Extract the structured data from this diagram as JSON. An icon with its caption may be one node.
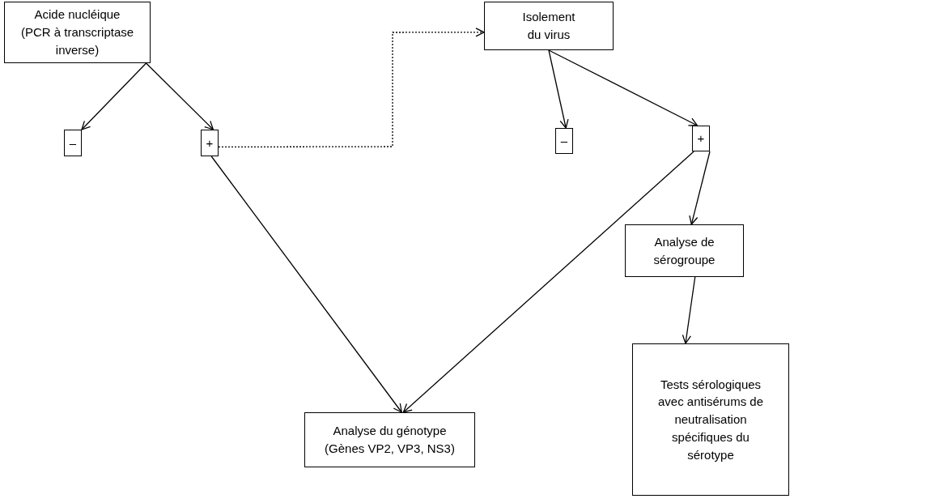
{
  "diagram": {
    "nodes": [
      {
        "text": [
          "Acide nucléique",
          "(PCR à transcriptase inverse)"
        ]
      },
      {
        "text": [
          "–"
        ]
      },
      {
        "text": [
          "+"
        ]
      },
      {
        "text": [
          "Isolement du virus"
        ]
      },
      {
        "text": [
          "–"
        ]
      },
      {
        "text": [
          "+"
        ]
      },
      {
        "text": [
          "Analyse de sérogroupe"
        ]
      },
      {
        "text": [
          "Tests sérologiques avec antisérums de neutralisation spécifiques du sérotype"
        ]
      },
      {
        "text": [
          "Analyse du génotype",
          "(Gènes VP2, VP3, NS3)"
        ]
      }
    ],
    "edges": [
      {
        "from": 0,
        "to": 1,
        "arrow": "to"
      },
      {
        "from": 0,
        "to": 2,
        "arrow": "to"
      },
      {
        "from": 2,
        "to": 3,
        "arrow": "to",
        "style": "dashed"
      },
      {
        "from": 3,
        "to": 4,
        "arrow": "to"
      },
      {
        "from": 3,
        "to": 5,
        "arrow": "to"
      },
      {
        "from": 2,
        "to": 8,
        "arrow": "to"
      },
      {
        "from": 5,
        "to": 8,
        "arrow": "to"
      },
      {
        "from": 5,
        "to": 6,
        "arrow": "to"
      },
      {
        "from": 6,
        "to": 7,
        "arrow": "to"
      }
    ]
  }
}
